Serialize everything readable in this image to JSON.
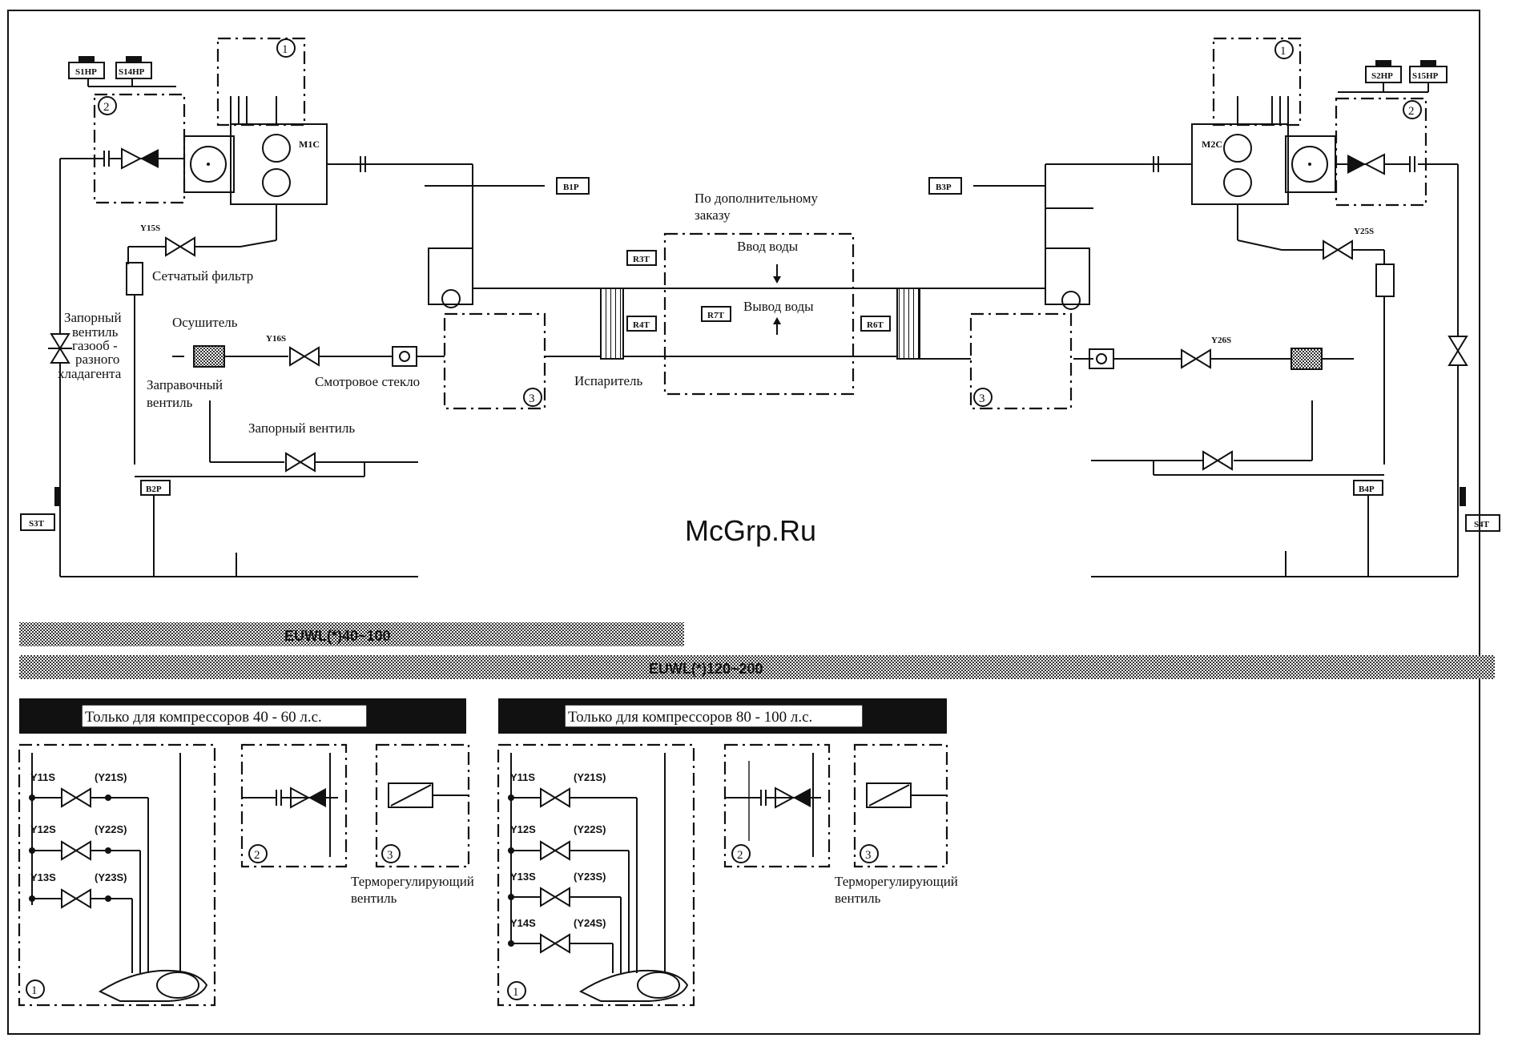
{
  "watermark": "McGrp.Ru",
  "tags": {
    "s1hp": "S1HP",
    "s14hp": "S14HP",
    "s2hp": "S2HP",
    "s15hp": "S15HP",
    "m1c": "M1C",
    "m2c": "M2C",
    "b1p": "B1P",
    "b2p": "B2P",
    "b3p": "B3P",
    "b4p": "B4P",
    "s3t": "S3T",
    "s4t": "S4T",
    "r3t": "R3T",
    "r4t": "R4T",
    "r6t": "R6T",
    "r7t": "R7T",
    "y15s": "Y15S",
    "y16s": "Y16S",
    "y25s": "Y25S",
    "y26s": "Y26S",
    "y11s": "Y11S",
    "y12s": "Y12S",
    "y13s": "Y13S",
    "y14s": "Y14S",
    "y21s": "(Y21S)",
    "y22s": "(Y22S)",
    "y23s": "(Y23S)",
    "y24s": "(Y24S)"
  },
  "callouts": {
    "one": "1",
    "two": "2",
    "three": "3"
  },
  "labels": {
    "optional_line1": "По дополнительному",
    "optional_line2": "заказу",
    "water_in": "Ввод воды",
    "water_out": "Вывод воды",
    "mesh_filter": "Сетчатый фильтр",
    "shutoff_line1": "Запорный",
    "shutoff_line2": "вентиль",
    "shutoff_line3": "газооб -",
    "shutoff_line4": "разного",
    "shutoff_line5": "хладагента",
    "dryer": "Осушитель",
    "charging_line1": "Заправочный",
    "charging_line2": "вентиль",
    "sight_glass": "Смотровое стекло",
    "evaporator": "Испаритель",
    "shutoff_valve": "Запорный вентиль",
    "model_a": "EUWL(*)40~100",
    "model_b": "EUWL(*)120~200",
    "only_40_60": "Только для компрессоров 40 - 60 л.с.",
    "only_80_100": "Только для компрессоров 80 - 100 л.с.",
    "thermo_line1": "Терморегулирующий",
    "thermo_line2": "вентиль"
  }
}
